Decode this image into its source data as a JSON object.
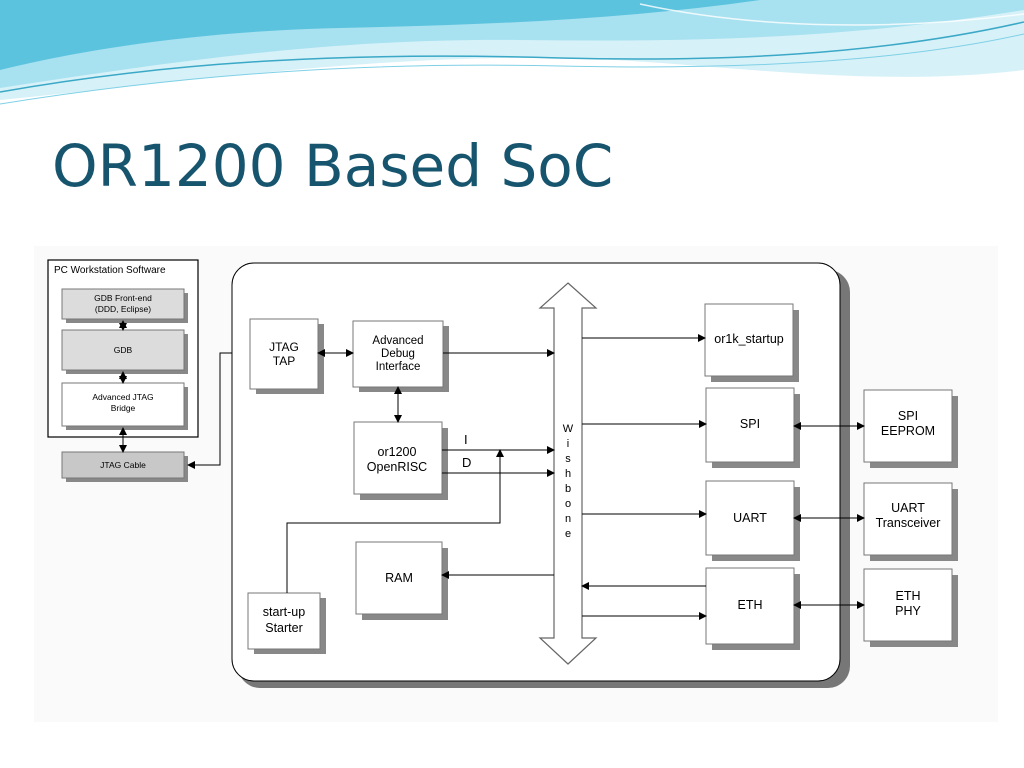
{
  "slide": {
    "title": "OR1200 Based SoC"
  },
  "diagram": {
    "pc_group_label": "PC Workstation Software",
    "pc_blocks": [
      {
        "line1": "GDB Front-end",
        "line2": "(DDD, Eclipse)"
      },
      {
        "line1": "GDB",
        "line2": ""
      },
      {
        "line1": "Advanced JTAG",
        "line2": "Bridge"
      }
    ],
    "jtag_cable": "JTAG Cable",
    "jtag_tap": {
      "line1": "JTAG",
      "line2": "TAP"
    },
    "adv_debug": {
      "line1": "Advanced",
      "line2": "Debug",
      "line3": "Interface"
    },
    "cpu": {
      "line1": "or1200",
      "line2": "OpenRISC"
    },
    "bus_i": "I",
    "bus_d": "D",
    "ram": "RAM",
    "startup_starter": {
      "line1": "start-up",
      "line2": "Starter"
    },
    "wishbone_letters": [
      "W",
      "i",
      "s",
      "h",
      "b",
      "o",
      "n",
      "e"
    ],
    "or1k_startup": "or1k_startup",
    "spi": "SPI",
    "uart": "UART",
    "eth": "ETH",
    "spi_eeprom": {
      "line1": "SPI",
      "line2": "EEPROM"
    },
    "uart_transceiver": {
      "line1": "UART",
      "line2": "Transceiver"
    },
    "eth_phy": {
      "line1": "ETH",
      "line2": "PHY"
    }
  },
  "colors": {
    "title": "#17556e",
    "wave_light": "#c6ecf6",
    "wave_mid": "#7fd0e6",
    "wave_dark": "#3eb2cf"
  }
}
